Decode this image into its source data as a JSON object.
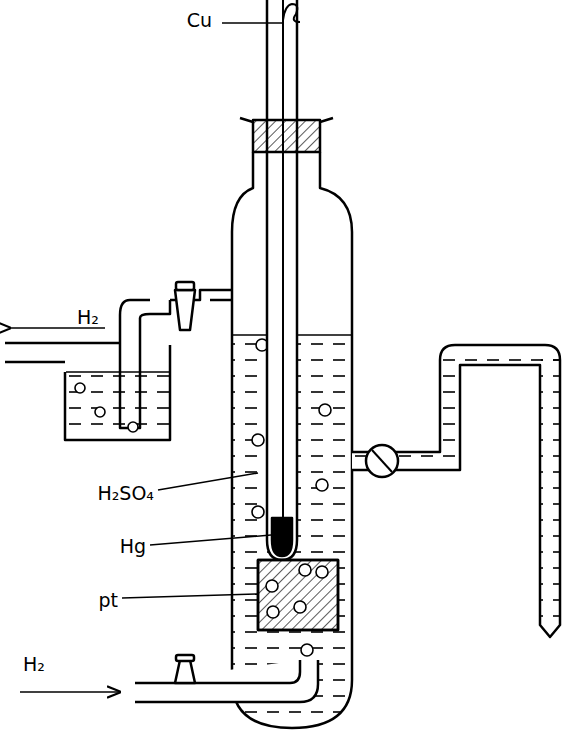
{
  "diagram": {
    "labels": [
      "Cu",
      "H₂",
      "H₂",
      "H₂SO₄",
      "Hg",
      "pt"
    ]
  }
}
